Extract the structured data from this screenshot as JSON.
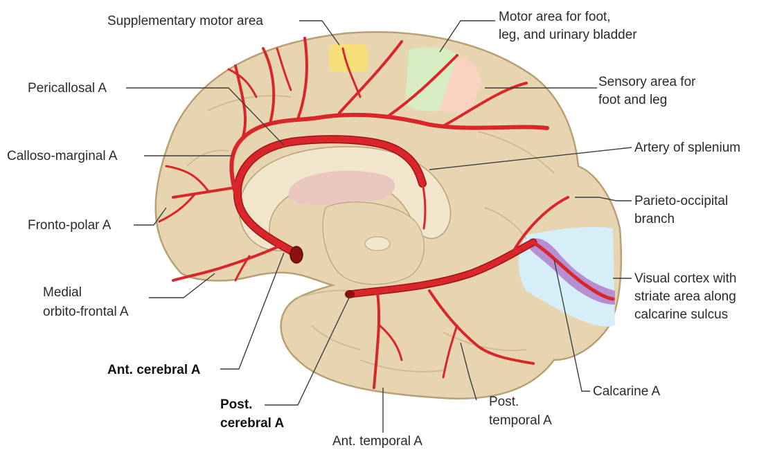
{
  "diagram": {
    "labels": {
      "supplementary_motor": "Supplementary motor area",
      "motor_foot_1": "Motor area for foot,",
      "motor_foot_2": "leg, and urinary bladder",
      "pericallosal": "Pericallosal A",
      "sensory_1": "Sensory area for",
      "sensory_2": "foot and leg",
      "callosomarginal": "Calloso-marginal A",
      "splenium": "Artery of splenium",
      "frontopolar": "Fronto-polar A",
      "parieto_1": "Parieto-occipital",
      "parieto_2": "branch",
      "medial_orbito_1": "Medial",
      "medial_orbito_2": "orbito-frontal A",
      "visual_1": "Visual cortex with",
      "visual_2": "striate area along",
      "visual_3": "calcarine sulcus",
      "ant_cerebral": "Ant. cerebral A",
      "calcarine": "Calcarine A",
      "post_cerebral_1": "Post.",
      "post_cerebral_2": "cerebral A",
      "post_temporal_1": "Post.",
      "post_temporal_2": "temporal A",
      "ant_temporal": "Ant. temporal A"
    },
    "colors": {
      "brain": "#e6d5b0",
      "brain_outline": "#b9a074",
      "inner_region": "#f1e6cb",
      "artery": "#d8262a",
      "supplementary_motor_area": "#f7e07a",
      "motor_area": "#d7ecc0",
      "sensory_area": "#f9d2c0",
      "visual_cortex": "#d5eef8",
      "striate_area": "#b58fd0",
      "thalamus": "#e9c6be"
    }
  }
}
